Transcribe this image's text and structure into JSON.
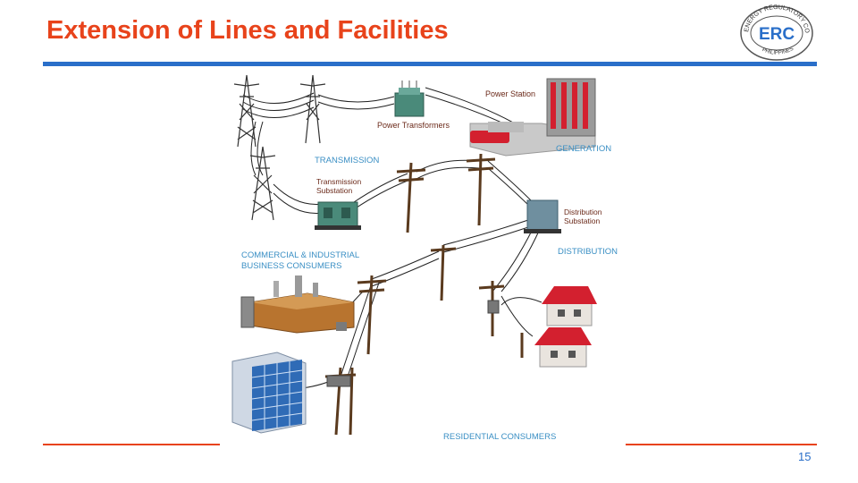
{
  "slide": {
    "title": "Extension of Lines and Facilities",
    "page_number": "15"
  },
  "logo": {
    "acronym": "ERC",
    "arc_text": "ENERGY REGULATORY COMMISSION",
    "bottom_text": "PHILIPPINES"
  },
  "diagram": {
    "labels": {
      "power_station": "Power Station",
      "power_transformers": "Power Transformers",
      "generation": "GENERATION",
      "transmission": "TRANSMISSION",
      "transmission_substation_1": "Transmission",
      "transmission_substation_2": "Substation",
      "distribution_substation_1": "Distribution",
      "distribution_substation_2": "Substation",
      "distribution": "DISTRIBUTION",
      "commercial_1": "COMMERCIAL & INDUSTRIAL",
      "commercial_2": "BUSINESS CONSUMERS",
      "residential": "RESIDENTIAL CONSUMERS"
    }
  },
  "colors": {
    "title": "#e8431b",
    "rule_blue": "#2a6fc9",
    "label_blue": "#3a8fc4",
    "label_dark": "#6b2a1a",
    "pole": "#5a3a1e",
    "roof_red": "#d3202f",
    "building_brown": "#b8742f",
    "glass_blue": "#2f6bb6"
  }
}
